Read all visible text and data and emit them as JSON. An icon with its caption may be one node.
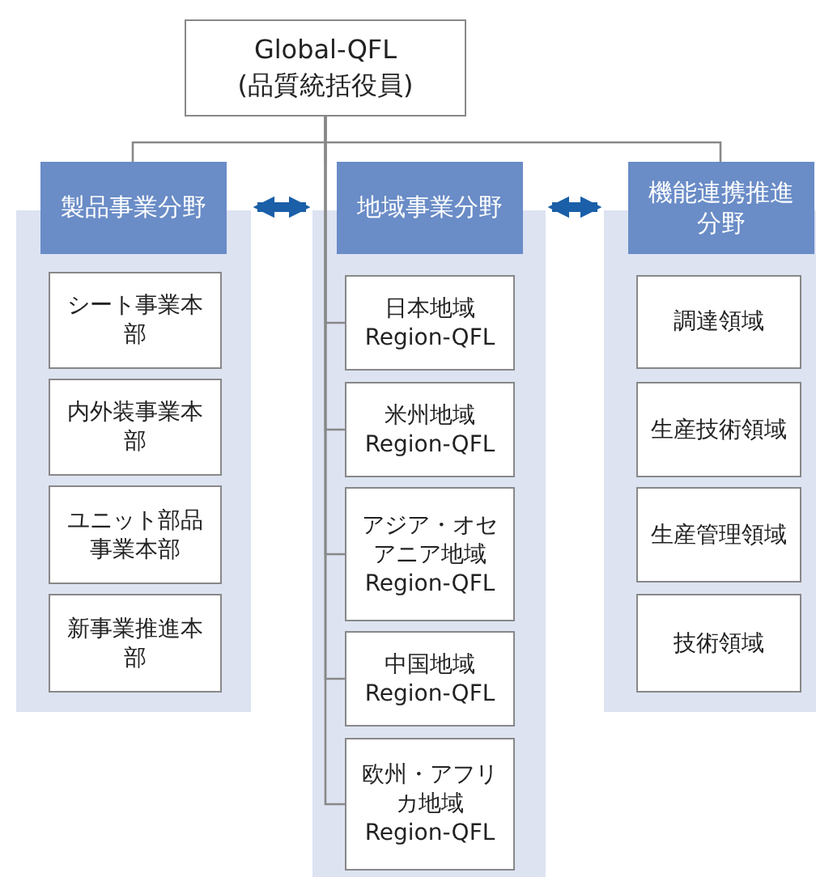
{
  "diagram": {
    "nodes": [
      {
        "text": [
          "Global-QFL",
          "(品質統括役員)"
        ]
      },
      {
        "text": [
          "製品事業分野"
        ]
      },
      {
        "text": [
          "シート事業本部"
        ],
        "in": 1
      },
      {
        "text": [
          "内外装事業本部"
        ],
        "in": 1
      },
      {
        "text": [
          "ユニット部品事業本部"
        ],
        "in": 1
      },
      {
        "text": [
          "新事業推進本部"
        ],
        "in": 1
      },
      {
        "text": [
          "地域事業分野"
        ]
      },
      {
        "text": [
          "日本地域",
          "Region-QFL"
        ],
        "in": 6
      },
      {
        "text": [
          "米州地域",
          "Region-QFL"
        ],
        "in": 6
      },
      {
        "text": [
          "アジア・オセアニア地域",
          "Region-QFL"
        ],
        "in": 6
      },
      {
        "text": [
          "中国地域",
          "Region-QFL"
        ],
        "in": 6
      },
      {
        "text": [
          "欧州・アフリカ地域",
          "Region-QFL"
        ],
        "in": 6
      },
      {
        "text": [
          "機能連携推進分野"
        ]
      },
      {
        "text": [
          "調達領域"
        ],
        "in": 12
      },
      {
        "text": [
          "生産技術領域"
        ],
        "in": 12
      },
      {
        "text": [
          "生産管理領域"
        ],
        "in": 12
      },
      {
        "text": [
          "技術領域"
        ],
        "in": 12
      }
    ],
    "edges": [
      {
        "from": 0,
        "to": 1,
        "arrow": "none"
      },
      {
        "from": 0,
        "to": 6,
        "arrow": "none"
      },
      {
        "from": 0,
        "to": 12,
        "arrow": "none"
      },
      {
        "from": 1,
        "to": 6,
        "arrow": "both",
        "style": "thick",
        "color": "#1a5fa8"
      },
      {
        "from": 6,
        "to": 12,
        "arrow": "both",
        "style": "thick",
        "color": "#1a5fa8"
      },
      {
        "from": 0,
        "to": 7,
        "arrow": "none"
      },
      {
        "from": 0,
        "to": 8,
        "arrow": "none"
      },
      {
        "from": 0,
        "to": 9,
        "arrow": "none"
      },
      {
        "from": 0,
        "to": 10,
        "arrow": "none"
      },
      {
        "from": 0,
        "to": 11,
        "arrow": "none"
      }
    ]
  }
}
